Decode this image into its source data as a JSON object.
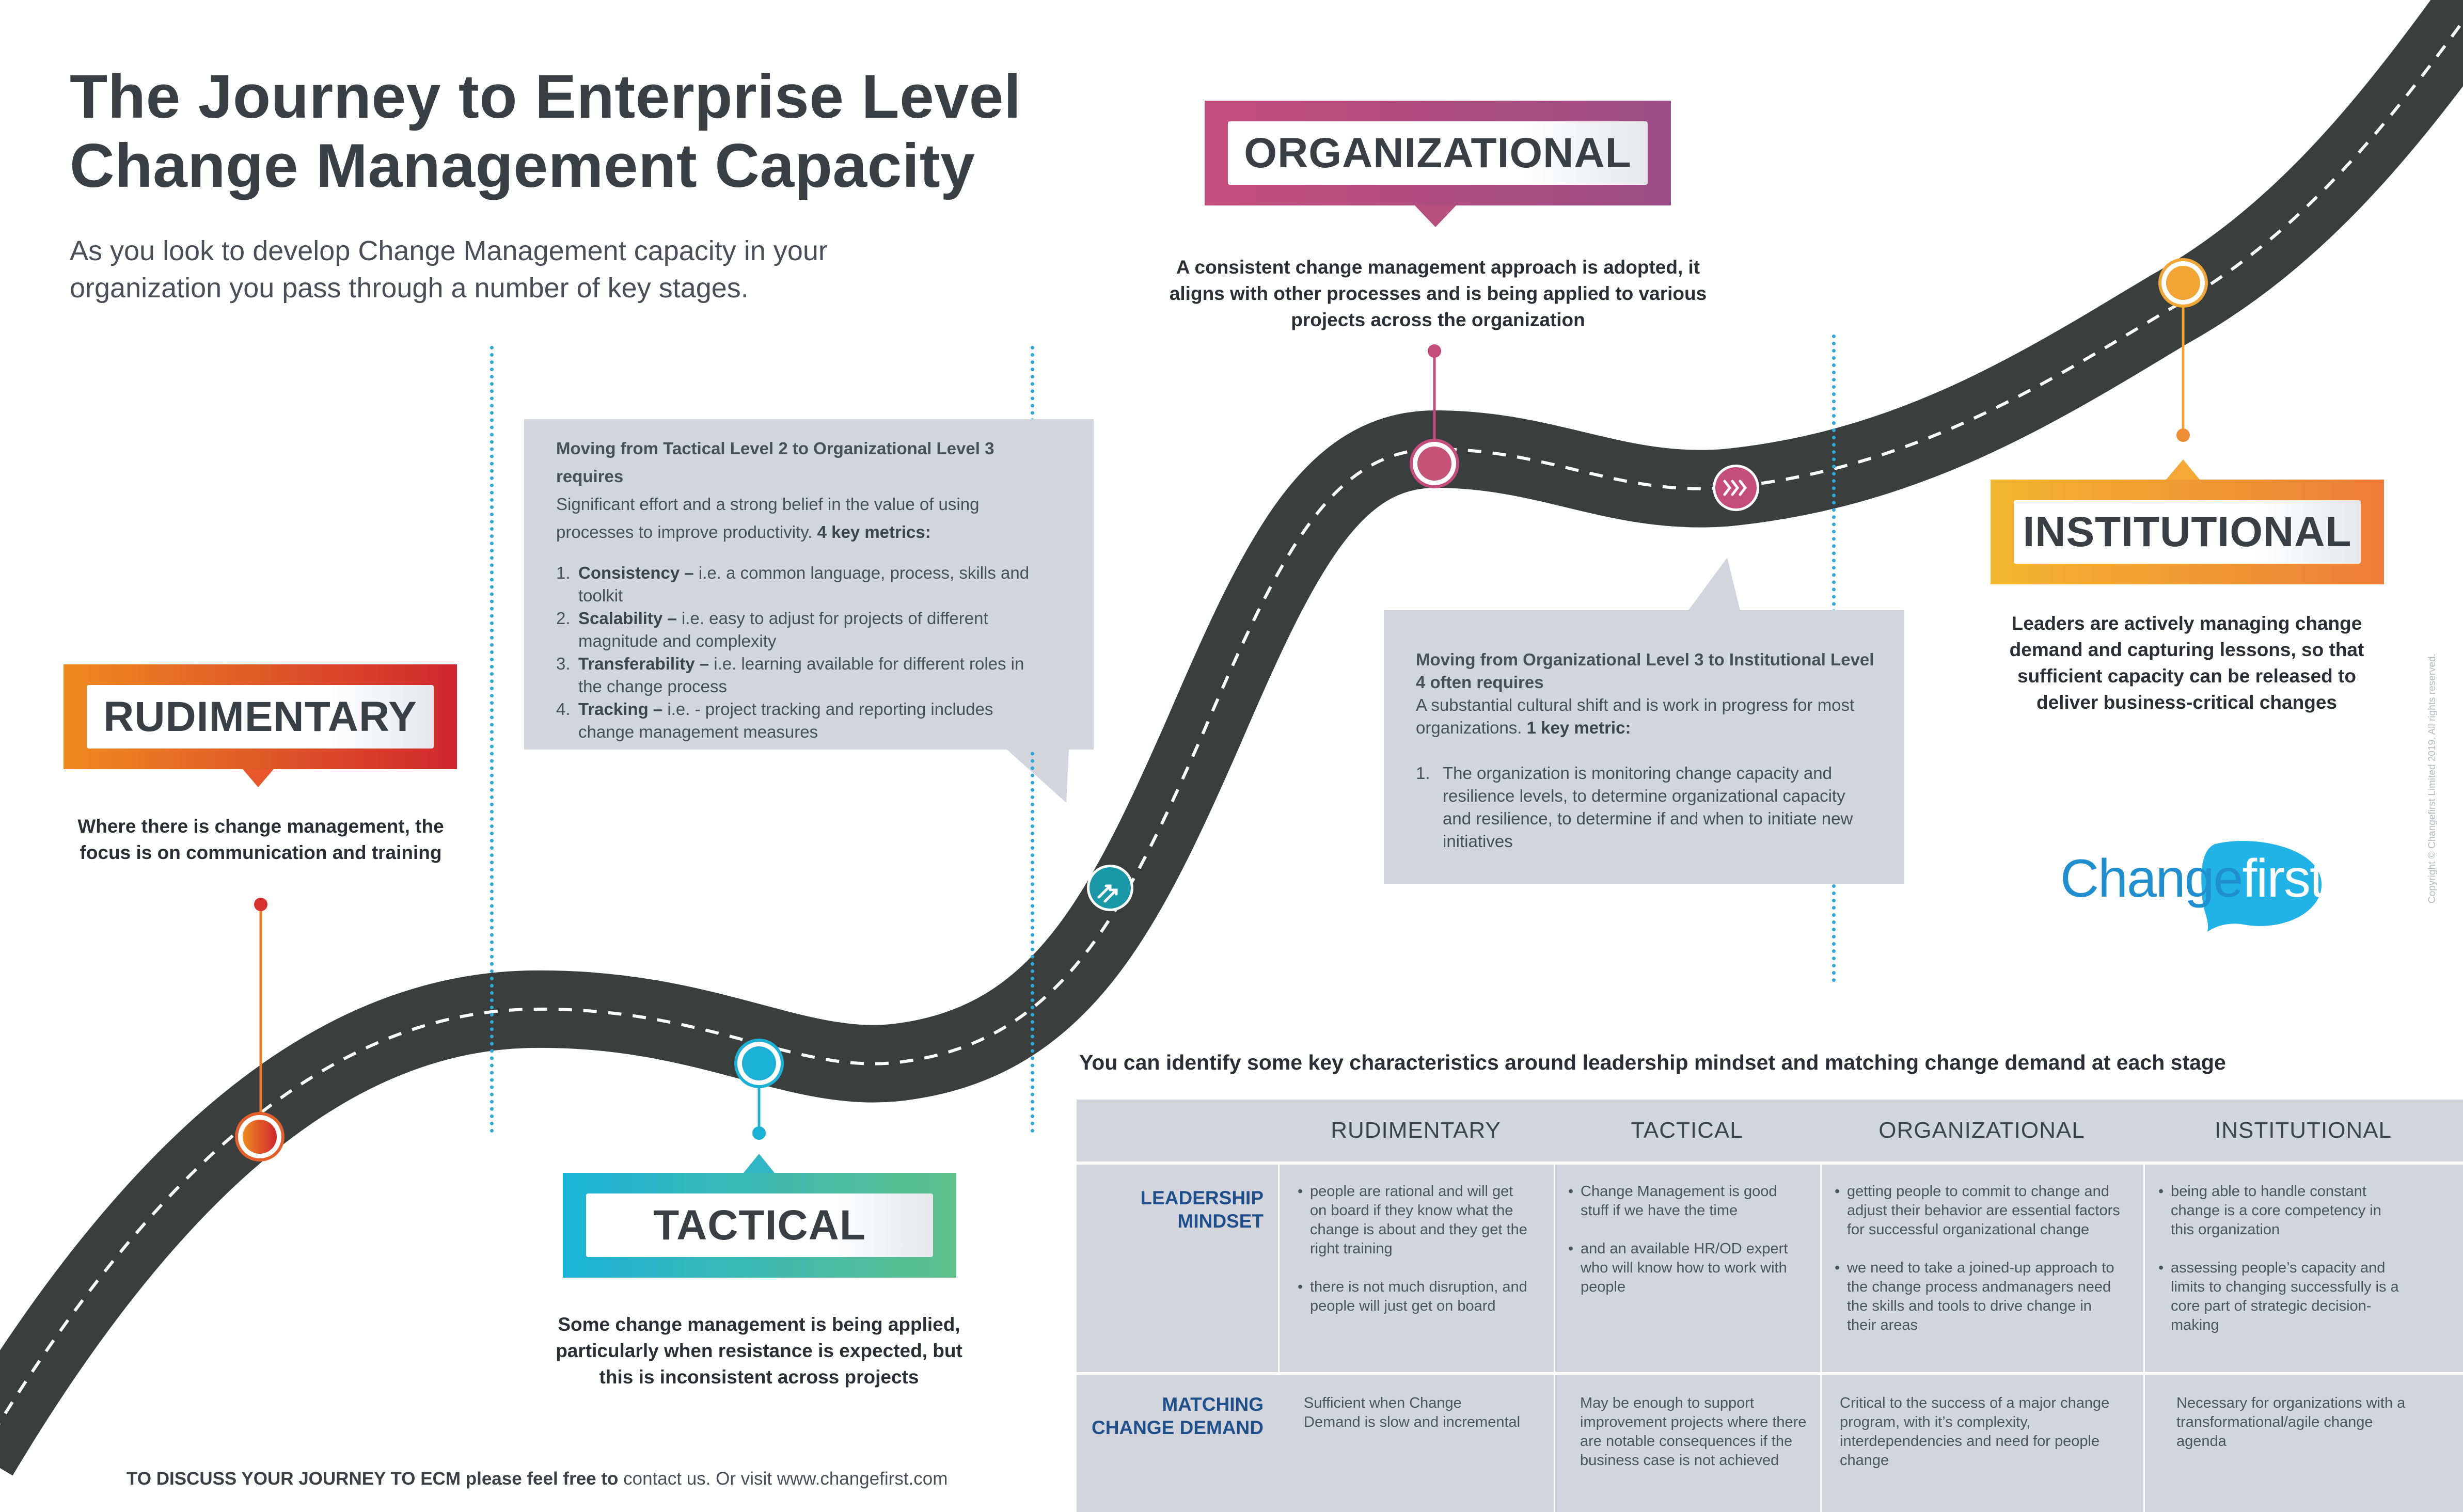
{
  "title": {
    "line1": "The Journey to Enterprise Level",
    "line2": "Change Management Capacity"
  },
  "intro": "As you look to develop Change Management capacity in your organization you pass through a number of key stages.",
  "stages": {
    "rudimentary": {
      "label": "RUDIMENTARY",
      "description": "Where there is change management, the focus is on communication and training",
      "color_start": "#ef8a1f",
      "color_end": "#d0272e"
    },
    "tactical": {
      "label": "TACTICAL",
      "description": "Some change management is being applied, particularly when resistance is expected, but this is inconsistent across projects",
      "color_start": "#1ab3d8",
      "color_end": "#5fc08a"
    },
    "organizational": {
      "label": "ORGANIZATIONAL",
      "description": "A consistent change management approach is adopted, it aligns with other processes and is being applied to various projects across the organization",
      "color_start": "#c44d7a",
      "color_end": "#9b4d86"
    },
    "institutional": {
      "label": "INSTITUTIONAL",
      "description": "Leaders are actively managing change demand and capturing lessons, so that sufficient capacity can be released to deliver business-critical changes",
      "color_start": "#f3b62f",
      "color_end": "#ee7d37"
    }
  },
  "box_tactical_to_org": {
    "heading": "Moving from Tactical Level 2 to Organizational Level 3 requires",
    "body": "Significant effort and a strong belief in the value of using processes to improve productivity.",
    "metric_note": "4 key metrics:",
    "items": [
      {
        "num": "1.",
        "term": "Consistency –",
        "text": "i.e. a common language, process, skills and toolkit"
      },
      {
        "num": "2.",
        "term": "Scalability –",
        "text": "i.e. easy to adjust for projects of different magnitude and complexity"
      },
      {
        "num": "3.",
        "term": "Transferability –",
        "text": "i.e. learning available for different roles in the change process"
      },
      {
        "num": "4.",
        "term": "Tracking –",
        "text": "i.e. - project tracking and reporting includes change management measures"
      }
    ]
  },
  "box_org_to_inst": {
    "heading": "Moving from Organizational Level 3 to Institutional Level 4 often requires",
    "body": "A substantial cultural shift and is work in progress for most organizations.",
    "metric_note": "1 key metric:",
    "items": [
      {
        "num": "1.",
        "text": "The organization is monitoring change capacity and resilience levels, to determine organizational capacity and resilience, to determine if and when to initiate new initiatives"
      }
    ]
  },
  "table": {
    "caption": "You can identify some key characteristics around leadership mindset and matching change demand at each stage",
    "columns": [
      "RUDIMENTARY",
      "TACTICAL",
      "ORGANIZATIONAL",
      "INSTITUTIONAL"
    ],
    "row_labels": {
      "leadership_line1": "LEADERSHIP",
      "leadership_line2": "MINDSET",
      "matching_line1": "MATCHING",
      "matching_line2": "CHANGE DEMAND"
    },
    "leadership": [
      [
        "people are rational and will get on board if they know what the change is about and they get the right training",
        "there is not much disruption, and people will just get on board"
      ],
      [
        "Change Management is good stuff if we have the time",
        "and an available HR/OD expert who will know how to work with people"
      ],
      [
        "getting people to commit to change and adjust their behavior are essential factors for successful organizational change",
        "we need to take a joined-up approach to the change process andmanagers need the skills and tools to drive change in their areas"
      ],
      [
        "being able to handle constant change is a core competency in this organization",
        "assessing people’s capacity and limits to changing successfully is a core part of strategic decision-making"
      ]
    ],
    "matching": [
      "Sufficient when Change Demand is slow and incremental",
      "May be enough to support improvement projects where there are notable consequences if the business case is not achieved",
      "Critical to the success of a major change program, with it’s complexity, interdependencies and need for people change",
      "Necessary for organizations with a transformational/agile change agenda"
    ]
  },
  "footer": {
    "bold": "TO DISCUSS YOUR JOURNEY TO ECM please feel free to",
    "normal": "contact us. Or visit www.changefirst.com"
  },
  "logo": {
    "part1": "Change",
    "part2": "first",
    "color": "#1f8fd0",
    "bubble_color": "#22b3e6"
  },
  "copyright": "Copyright © Changefirst Limited 2019. All rights reserved.",
  "road_icons": [
    "arrow-up-icon",
    "chevron-right-icon"
  ]
}
